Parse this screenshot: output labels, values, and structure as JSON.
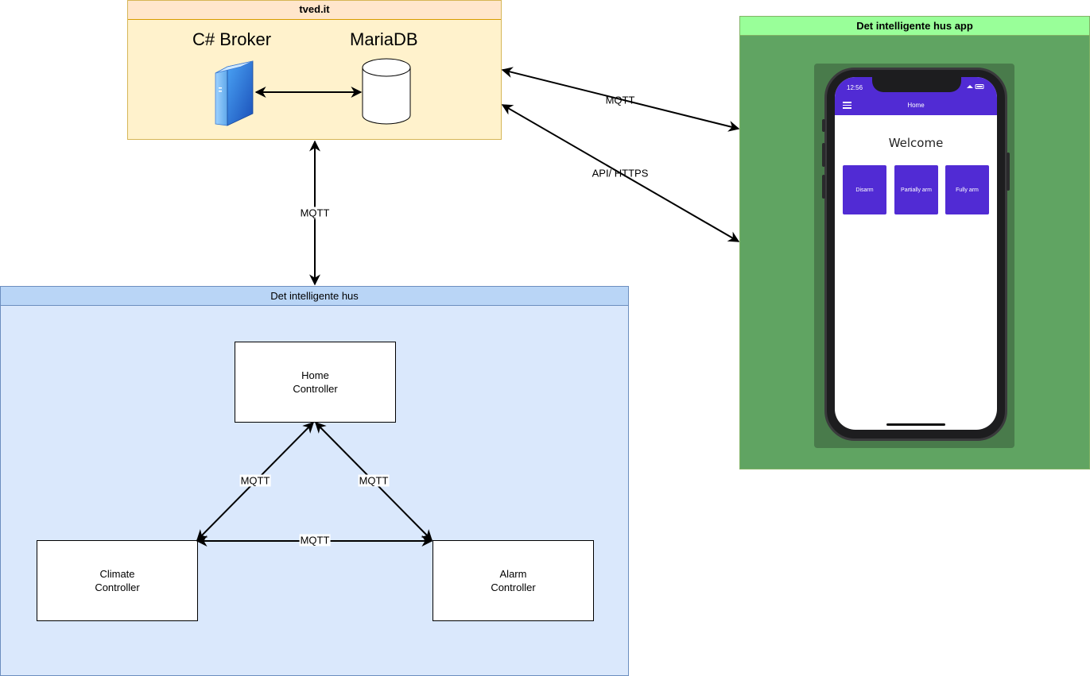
{
  "groups": {
    "server": {
      "title": "tved.it",
      "broker_label": "C# Broker",
      "db_label": "MariaDB"
    },
    "app": {
      "title": "Det intelligente hus app"
    },
    "house": {
      "title": "Det intelligente hus"
    }
  },
  "nodes": {
    "home": "Home\nController",
    "climate": "Climate\nController",
    "alarm": "Alarm\nController"
  },
  "edges": {
    "server_house": "MQTT",
    "server_app_mqtt": "MQTT",
    "server_app_api": "API/ HTTPS",
    "home_climate": "MQTT",
    "home_alarm": "MQTT",
    "climate_alarm": "MQTT"
  },
  "phone": {
    "time": "12:56",
    "appbar_title": "Home",
    "welcome": "Welcome",
    "buttons": [
      "Disarm",
      "Partially arm",
      "Fully arm"
    ],
    "accent": "#512bd4"
  },
  "icons": {
    "broker": "server-icon",
    "database": "database-cylinder-icon",
    "menu": "hamburger-menu-icon"
  }
}
